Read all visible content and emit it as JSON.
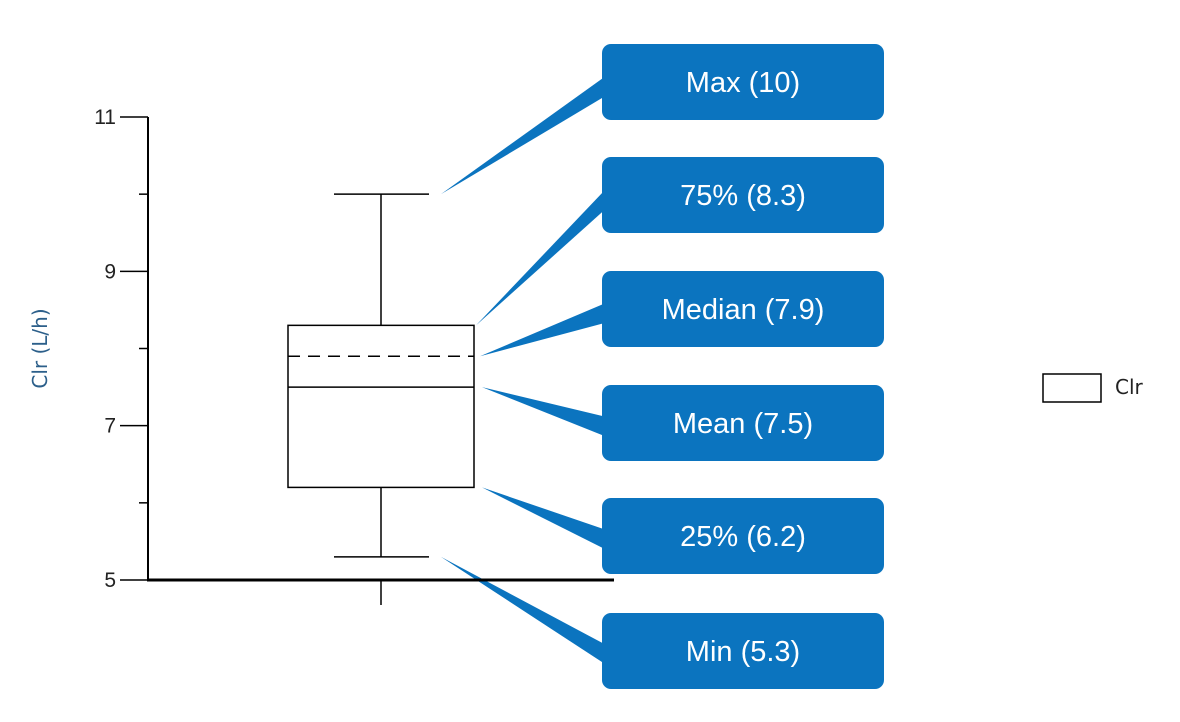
{
  "chart_data": {
    "type": "box",
    "ylabel": "Clr (L/h)",
    "ylim": [
      5,
      11
    ],
    "y_ticks": [
      5,
      7,
      9,
      11
    ],
    "y_minor_ticks": [
      6,
      8,
      10
    ],
    "series": [
      {
        "name": "Clr",
        "min": 5.3,
        "q1": 6.2,
        "median": 7.9,
        "mean": 7.5,
        "q3": 8.3,
        "max": 10
      }
    ],
    "annotations": [
      {
        "key": "max",
        "label": "Max (10)"
      },
      {
        "key": "q3",
        "label": "75% (8.3)"
      },
      {
        "key": "median",
        "label": "Median (7.9)"
      },
      {
        "key": "mean",
        "label": "Mean (7.5)"
      },
      {
        "key": "q1",
        "label": "25% (6.2)"
      },
      {
        "key": "min",
        "label": "Min (5.3)"
      }
    ],
    "legend": {
      "position": "right",
      "label": "Clr"
    },
    "colors": {
      "callout": "#0b74bf",
      "axis": "#000000"
    }
  }
}
